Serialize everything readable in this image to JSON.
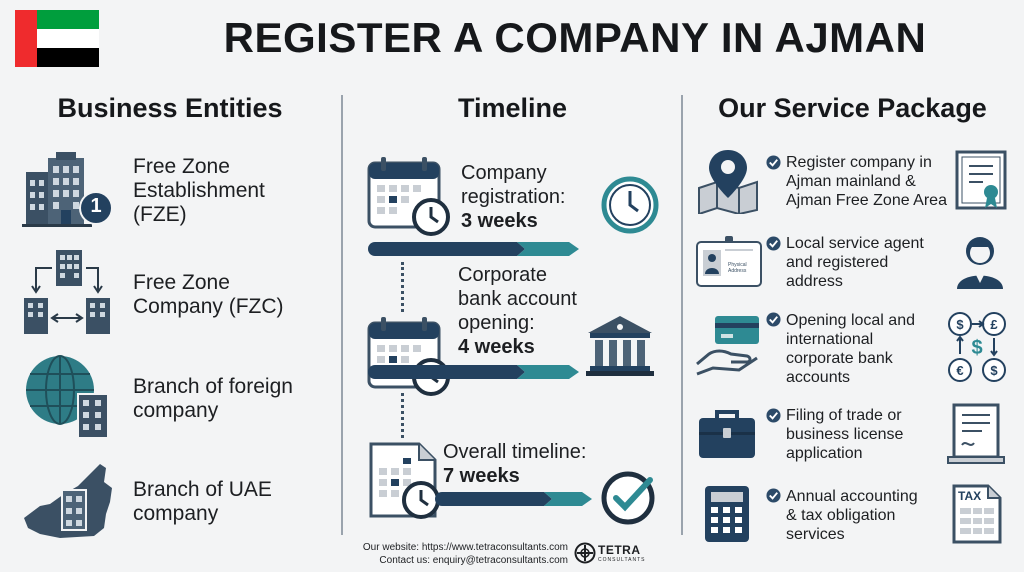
{
  "header": {
    "title": "REGISTER A COMPANY IN AJMAN",
    "flag_colors": {
      "red": "#ef2b2d",
      "green": "#009e3d",
      "white": "#ffffff",
      "black": "#000000"
    }
  },
  "columns": {
    "entities": {
      "heading": "Business Entities",
      "items": [
        {
          "lines": [
            "Free Zone",
            "Establishment",
            "(FZE)"
          ],
          "icon": "building-one-icon",
          "badge": "1"
        },
        {
          "lines": [
            "Free Zone",
            "Company (FZC)"
          ],
          "icon": "connected-buildings-icon"
        },
        {
          "lines": [
            "Branch of foreign",
            "company"
          ],
          "icon": "globe-building-icon"
        },
        {
          "lines": [
            "Branch of UAE",
            "company"
          ],
          "icon": "uae-map-building-icon"
        }
      ]
    },
    "timeline": {
      "heading": "Timeline",
      "items": [
        {
          "lines": [
            "Company",
            "registration:"
          ],
          "weeks": "3 weeks",
          "icon": "clock-icon"
        },
        {
          "lines": [
            "Corporate",
            "bank account",
            "opening:"
          ],
          "weeks": "4 weeks",
          "icon": "bank-icon"
        },
        {
          "lines": [
            "Overall timeline:"
          ],
          "weeks": "7 weeks",
          "icon": "checkmark-circle-icon"
        }
      ]
    },
    "services": {
      "heading": "Our Service Package",
      "items": [
        {
          "lines": [
            "Register company in",
            "Ajman mainland &",
            "Ajman Free Zone Area"
          ],
          "icon_left": "map-pin-icon",
          "icon_right": "certificate-icon"
        },
        {
          "lines": [
            "Local service agent",
            "and registered",
            "address"
          ],
          "icon_left": "id-card-icon",
          "icon_right": "agent-person-icon",
          "card_text": [
            "Physical",
            "Address"
          ]
        },
        {
          "lines": [
            "Opening local and",
            "international",
            "corporate bank",
            "accounts"
          ],
          "icon_left": "card-hand-icon",
          "icon_right": "currency-exchange-icon"
        },
        {
          "lines": [
            "Filing of trade or",
            "business license",
            "application"
          ],
          "icon_left": "briefcase-icon",
          "icon_right": "license-document-icon"
        },
        {
          "lines": [
            "Annual accounting",
            "& tax obligation",
            "services"
          ],
          "icon_left": "calculator-icon",
          "icon_right": "tax-document-icon",
          "doc_text": "TAX"
        }
      ]
    }
  },
  "footer": {
    "website": "Our website: https://www.tetraconsultants.com",
    "contact": "Contact us: enquiry@tetraconsultants.com",
    "brand": "TETRA",
    "brand_sub": "CONSULTANTS"
  },
  "colors": {
    "navy": "#23415f",
    "teal": "#2e8a93",
    "slate": "#3b5064",
    "lightgrey": "#c9ced4",
    "check": "#2c4a68"
  }
}
